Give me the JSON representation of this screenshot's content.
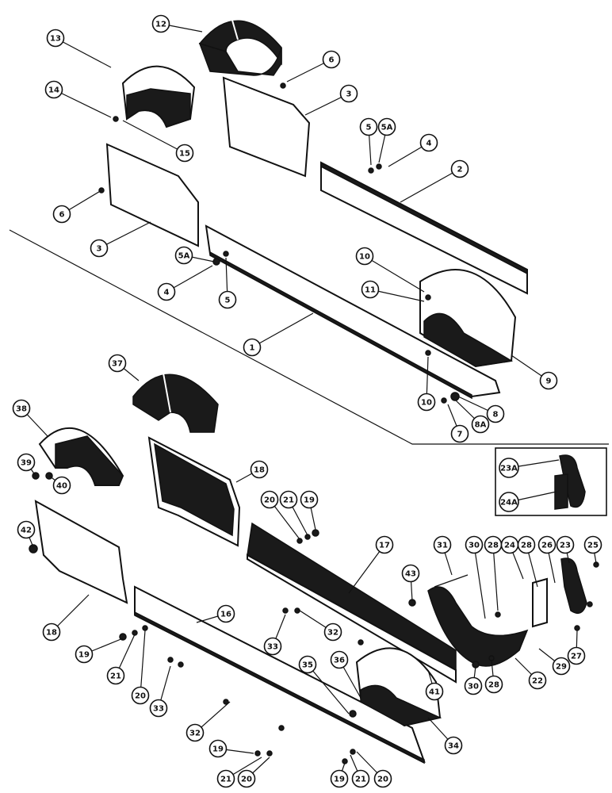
{
  "figure": {
    "callouts": [
      {
        "id": "c12",
        "label": "12"
      },
      {
        "id": "c13",
        "label": "13"
      },
      {
        "id": "c6a",
        "label": "6"
      },
      {
        "id": "c14",
        "label": "14"
      },
      {
        "id": "c3a",
        "label": "3"
      },
      {
        "id": "c15",
        "label": "15"
      },
      {
        "id": "c5a",
        "label": "5"
      },
      {
        "id": "c5Aa",
        "label": "5A"
      },
      {
        "id": "c4a",
        "label": "4"
      },
      {
        "id": "c2",
        "label": "2"
      },
      {
        "id": "c6b",
        "label": "6"
      },
      {
        "id": "c3b",
        "label": "3"
      },
      {
        "id": "c5Ab",
        "label": "5A"
      },
      {
        "id": "c4b",
        "label": "4"
      },
      {
        "id": "c5b",
        "label": "5"
      },
      {
        "id": "c10a",
        "label": "10"
      },
      {
        "id": "c11",
        "label": "11"
      },
      {
        "id": "c1",
        "label": "1"
      },
      {
        "id": "c9",
        "label": "9"
      },
      {
        "id": "c10b",
        "label": "10"
      },
      {
        "id": "c8",
        "label": "8"
      },
      {
        "id": "c8A",
        "label": "8A"
      },
      {
        "id": "c7",
        "label": "7"
      },
      {
        "id": "c37",
        "label": "37"
      },
      {
        "id": "c38",
        "label": "38"
      },
      {
        "id": "c39",
        "label": "39"
      },
      {
        "id": "c40",
        "label": "40"
      },
      {
        "id": "c18a",
        "label": "18"
      },
      {
        "id": "c20a",
        "label": "20"
      },
      {
        "id": "c21a",
        "label": "21"
      },
      {
        "id": "c19a",
        "label": "19"
      },
      {
        "id": "c42",
        "label": "42"
      },
      {
        "id": "c17",
        "label": "17"
      },
      {
        "id": "c23A",
        "label": "23A"
      },
      {
        "id": "c24A",
        "label": "24A"
      },
      {
        "id": "c31",
        "label": "31"
      },
      {
        "id": "c30a",
        "label": "30"
      },
      {
        "id": "c28a",
        "label": "28"
      },
      {
        "id": "c24",
        "label": "24"
      },
      {
        "id": "c28b",
        "label": "28"
      },
      {
        "id": "c26",
        "label": "26"
      },
      {
        "id": "c23",
        "label": "23"
      },
      {
        "id": "c25",
        "label": "25"
      },
      {
        "id": "c43",
        "label": "43"
      },
      {
        "id": "c18b",
        "label": "18"
      },
      {
        "id": "c16",
        "label": "16"
      },
      {
        "id": "c32a",
        "label": "32"
      },
      {
        "id": "c33a",
        "label": "33"
      },
      {
        "id": "c19b",
        "label": "19"
      },
      {
        "id": "c21b",
        "label": "21"
      },
      {
        "id": "c20b",
        "label": "20"
      },
      {
        "id": "c33b",
        "label": "33"
      },
      {
        "id": "c35",
        "label": "35"
      },
      {
        "id": "c36",
        "label": "36"
      },
      {
        "id": "c41",
        "label": "41"
      },
      {
        "id": "c22",
        "label": "22"
      },
      {
        "id": "c29",
        "label": "29"
      },
      {
        "id": "c27",
        "label": "27"
      },
      {
        "id": "c30b",
        "label": "30"
      },
      {
        "id": "c28c",
        "label": "28"
      },
      {
        "id": "c32b",
        "label": "32"
      },
      {
        "id": "c34",
        "label": "34"
      },
      {
        "id": "c19c",
        "label": "19"
      },
      {
        "id": "c21c",
        "label": "21"
      },
      {
        "id": "c20c",
        "label": "20"
      },
      {
        "id": "c19d",
        "label": "19"
      },
      {
        "id": "c21d",
        "label": "21"
      },
      {
        "id": "c20d",
        "label": "20"
      }
    ]
  }
}
